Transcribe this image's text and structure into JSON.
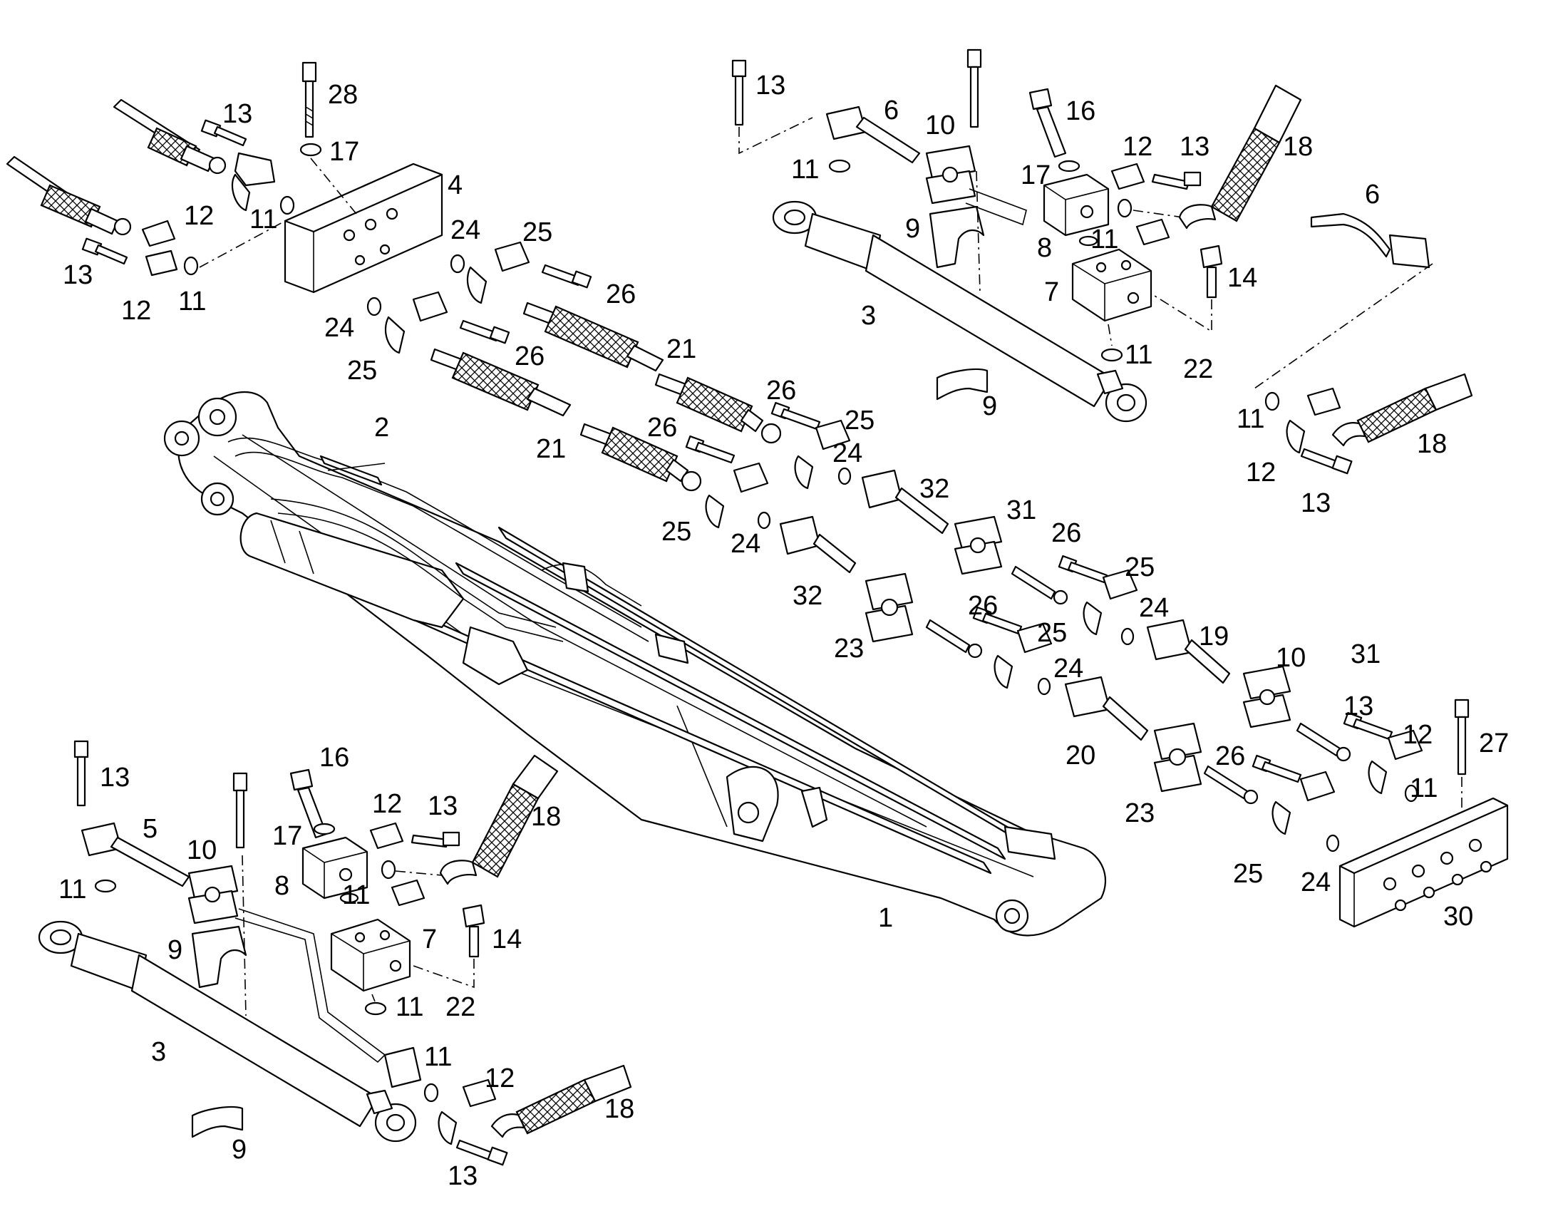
{
  "diagram": {
    "callouts": [
      {
        "label": "28",
        "name": "bolt"
      },
      {
        "label": "17",
        "name": "washer"
      },
      {
        "label": "4",
        "name": "valve-block"
      },
      {
        "label": "13",
        "name": "screw"
      },
      {
        "label": "12",
        "name": "flange-half"
      },
      {
        "label": "11",
        "name": "o-ring"
      },
      {
        "label": "13",
        "name": "screw"
      },
      {
        "label": "12",
        "name": "flange-half"
      },
      {
        "label": "11",
        "name": "o-ring"
      },
      {
        "label": "24",
        "name": "o-ring"
      },
      {
        "label": "25",
        "name": "flange-half"
      },
      {
        "label": "26",
        "name": "screw"
      },
      {
        "label": "24",
        "name": "o-ring"
      },
      {
        "label": "25",
        "name": "flange-half"
      },
      {
        "label": "26",
        "name": "screw"
      },
      {
        "label": "21",
        "name": "hose"
      },
      {
        "label": "21",
        "name": "hose"
      },
      {
        "label": "2",
        "name": "line-assembly"
      },
      {
        "label": "26",
        "name": "screw"
      },
      {
        "label": "25",
        "name": "flange-half"
      },
      {
        "label": "24",
        "name": "o-ring"
      },
      {
        "label": "26",
        "name": "screw"
      },
      {
        "label": "25",
        "name": "flange-half"
      },
      {
        "label": "24",
        "name": "o-ring"
      },
      {
        "label": "32",
        "name": "pipe"
      },
      {
        "label": "32",
        "name": "pipe"
      },
      {
        "label": "31",
        "name": "clamp"
      },
      {
        "label": "23",
        "name": "clamp"
      },
      {
        "label": "26",
        "name": "screw"
      },
      {
        "label": "25",
        "name": "flange-half"
      },
      {
        "label": "24",
        "name": "o-ring"
      },
      {
        "label": "26",
        "name": "screw"
      },
      {
        "label": "25",
        "name": "flange-half"
      },
      {
        "label": "24",
        "name": "o-ring"
      },
      {
        "label": "19",
        "name": "pipe"
      },
      {
        "label": "20",
        "name": "pipe"
      },
      {
        "label": "10",
        "name": "clamp"
      },
      {
        "label": "31",
        "name": "clamp"
      },
      {
        "label": "13",
        "name": "screw"
      },
      {
        "label": "12",
        "name": "flange-half"
      },
      {
        "label": "27",
        "name": "bolt"
      },
      {
        "label": "11",
        "name": "o-ring"
      },
      {
        "label": "26",
        "name": "screw"
      },
      {
        "label": "23",
        "name": "clamp"
      },
      {
        "label": "25",
        "name": "flange-half"
      },
      {
        "label": "24",
        "name": "o-ring"
      },
      {
        "label": "30",
        "name": "valve-block"
      },
      {
        "label": "1",
        "name": "boom"
      },
      {
        "label": "13",
        "name": "screw"
      },
      {
        "label": "6",
        "name": "pipe"
      },
      {
        "label": "10",
        "name": "clamp"
      },
      {
        "label": "11",
        "name": "o-ring"
      },
      {
        "label": "9",
        "name": "bracket"
      },
      {
        "label": "3",
        "name": "cylinder"
      },
      {
        "label": "9",
        "name": "bracket"
      },
      {
        "label": "16",
        "name": "bolt"
      },
      {
        "label": "12",
        "name": "flange-half"
      },
      {
        "label": "13",
        "name": "screw"
      },
      {
        "label": "18",
        "name": "hose"
      },
      {
        "label": "17",
        "name": "washer"
      },
      {
        "label": "8",
        "name": "valve"
      },
      {
        "label": "11",
        "name": "o-ring"
      },
      {
        "label": "7",
        "name": "valve-block"
      },
      {
        "label": "14",
        "name": "bolt"
      },
      {
        "label": "22",
        "name": "valve"
      },
      {
        "label": "11",
        "name": "o-ring"
      },
      {
        "label": "6",
        "name": "pipe"
      },
      {
        "label": "11",
        "name": "o-ring"
      },
      {
        "label": "12",
        "name": "flange-half"
      },
      {
        "label": "13",
        "name": "screw"
      },
      {
        "label": "18",
        "name": "hose"
      },
      {
        "label": "13",
        "name": "screw"
      },
      {
        "label": "5",
        "name": "pipe"
      },
      {
        "label": "11",
        "name": "o-ring"
      },
      {
        "label": "10",
        "name": "clamp"
      },
      {
        "label": "9",
        "name": "bracket"
      },
      {
        "label": "16",
        "name": "bolt"
      },
      {
        "label": "12",
        "name": "flange-half"
      },
      {
        "label": "13",
        "name": "screw"
      },
      {
        "label": "18",
        "name": "hose"
      },
      {
        "label": "17",
        "name": "washer"
      },
      {
        "label": "8",
        "name": "valve"
      },
      {
        "label": "11",
        "name": "o-ring"
      },
      {
        "label": "7",
        "name": "valve-block"
      },
      {
        "label": "14",
        "name": "bolt"
      },
      {
        "label": "22",
        "name": "valve"
      },
      {
        "label": "11",
        "name": "o-ring"
      },
      {
        "label": "3",
        "name": "cylinder"
      },
      {
        "label": "11",
        "name": "o-ring"
      },
      {
        "label": "12",
        "name": "flange-half"
      },
      {
        "label": "18",
        "name": "hose"
      },
      {
        "label": "9",
        "name": "bracket"
      },
      {
        "label": "13",
        "name": "screw"
      }
    ]
  }
}
